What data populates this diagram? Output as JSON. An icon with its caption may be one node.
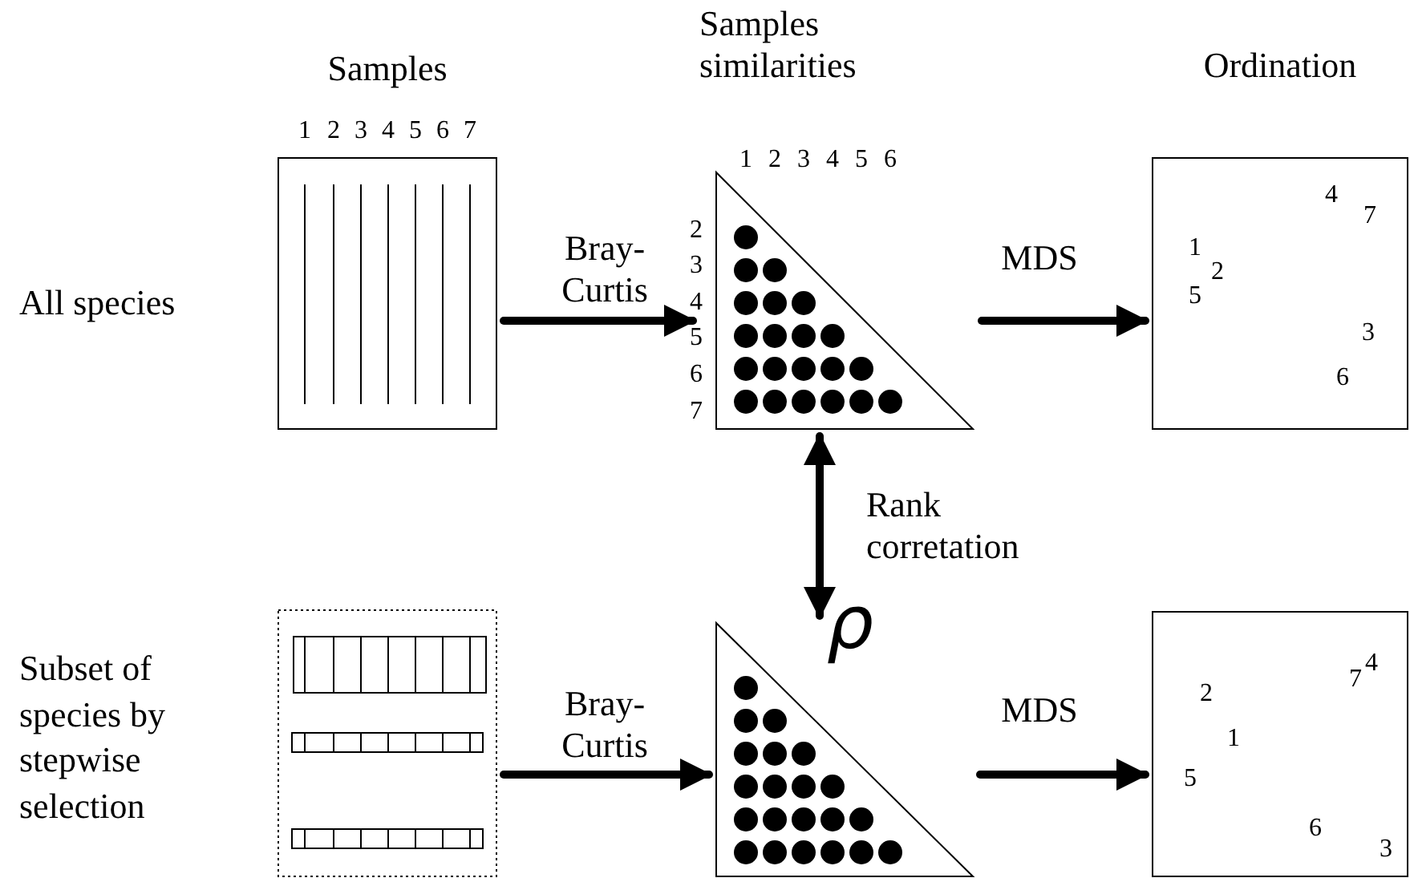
{
  "diagram": {
    "nodes": [
      {
        "text": [
          "Samples"
        ]
      },
      {
        "text": [
          "Samples similarities"
        ]
      },
      {
        "text": [
          "Ordination"
        ]
      },
      {
        "text": [],
        "shape": "box"
      },
      {
        "text": [],
        "shape": "triangle"
      },
      {
        "text": [],
        "shape": "box"
      }
    ],
    "edges": [
      {
        "from": 0,
        "to": 1,
        "arrow": "to",
        "label": "Bray- Curtis"
      },
      {
        "from": 1,
        "to": 2,
        "arrow": "to",
        "label": "MDS"
      },
      {
        "from": 1,
        "to": 4,
        "arrow": "both",
        "label": "Rank corretation"
      },
      {
        "from": 3,
        "to": 4,
        "arrow": "to",
        "label": "Bray- Curtis"
      },
      {
        "from": 4,
        "to": 5,
        "arrow": "to",
        "label": "MDS"
      }
    ],
    "labels": [
      "All species",
      "1",
      "2",
      "3",
      "4",
      "5",
      "6",
      "7",
      "1",
      "2",
      "3",
      "4",
      "5",
      "6",
      "2",
      "3",
      "4",
      "5",
      "6",
      "7",
      "4",
      "7",
      "1",
      "2",
      "5",
      "3",
      "6",
      "ρ",
      "Subset of species by stepwise selection",
      "7",
      "4",
      "2",
      "1",
      "5",
      "6",
      "3"
    ]
  }
}
